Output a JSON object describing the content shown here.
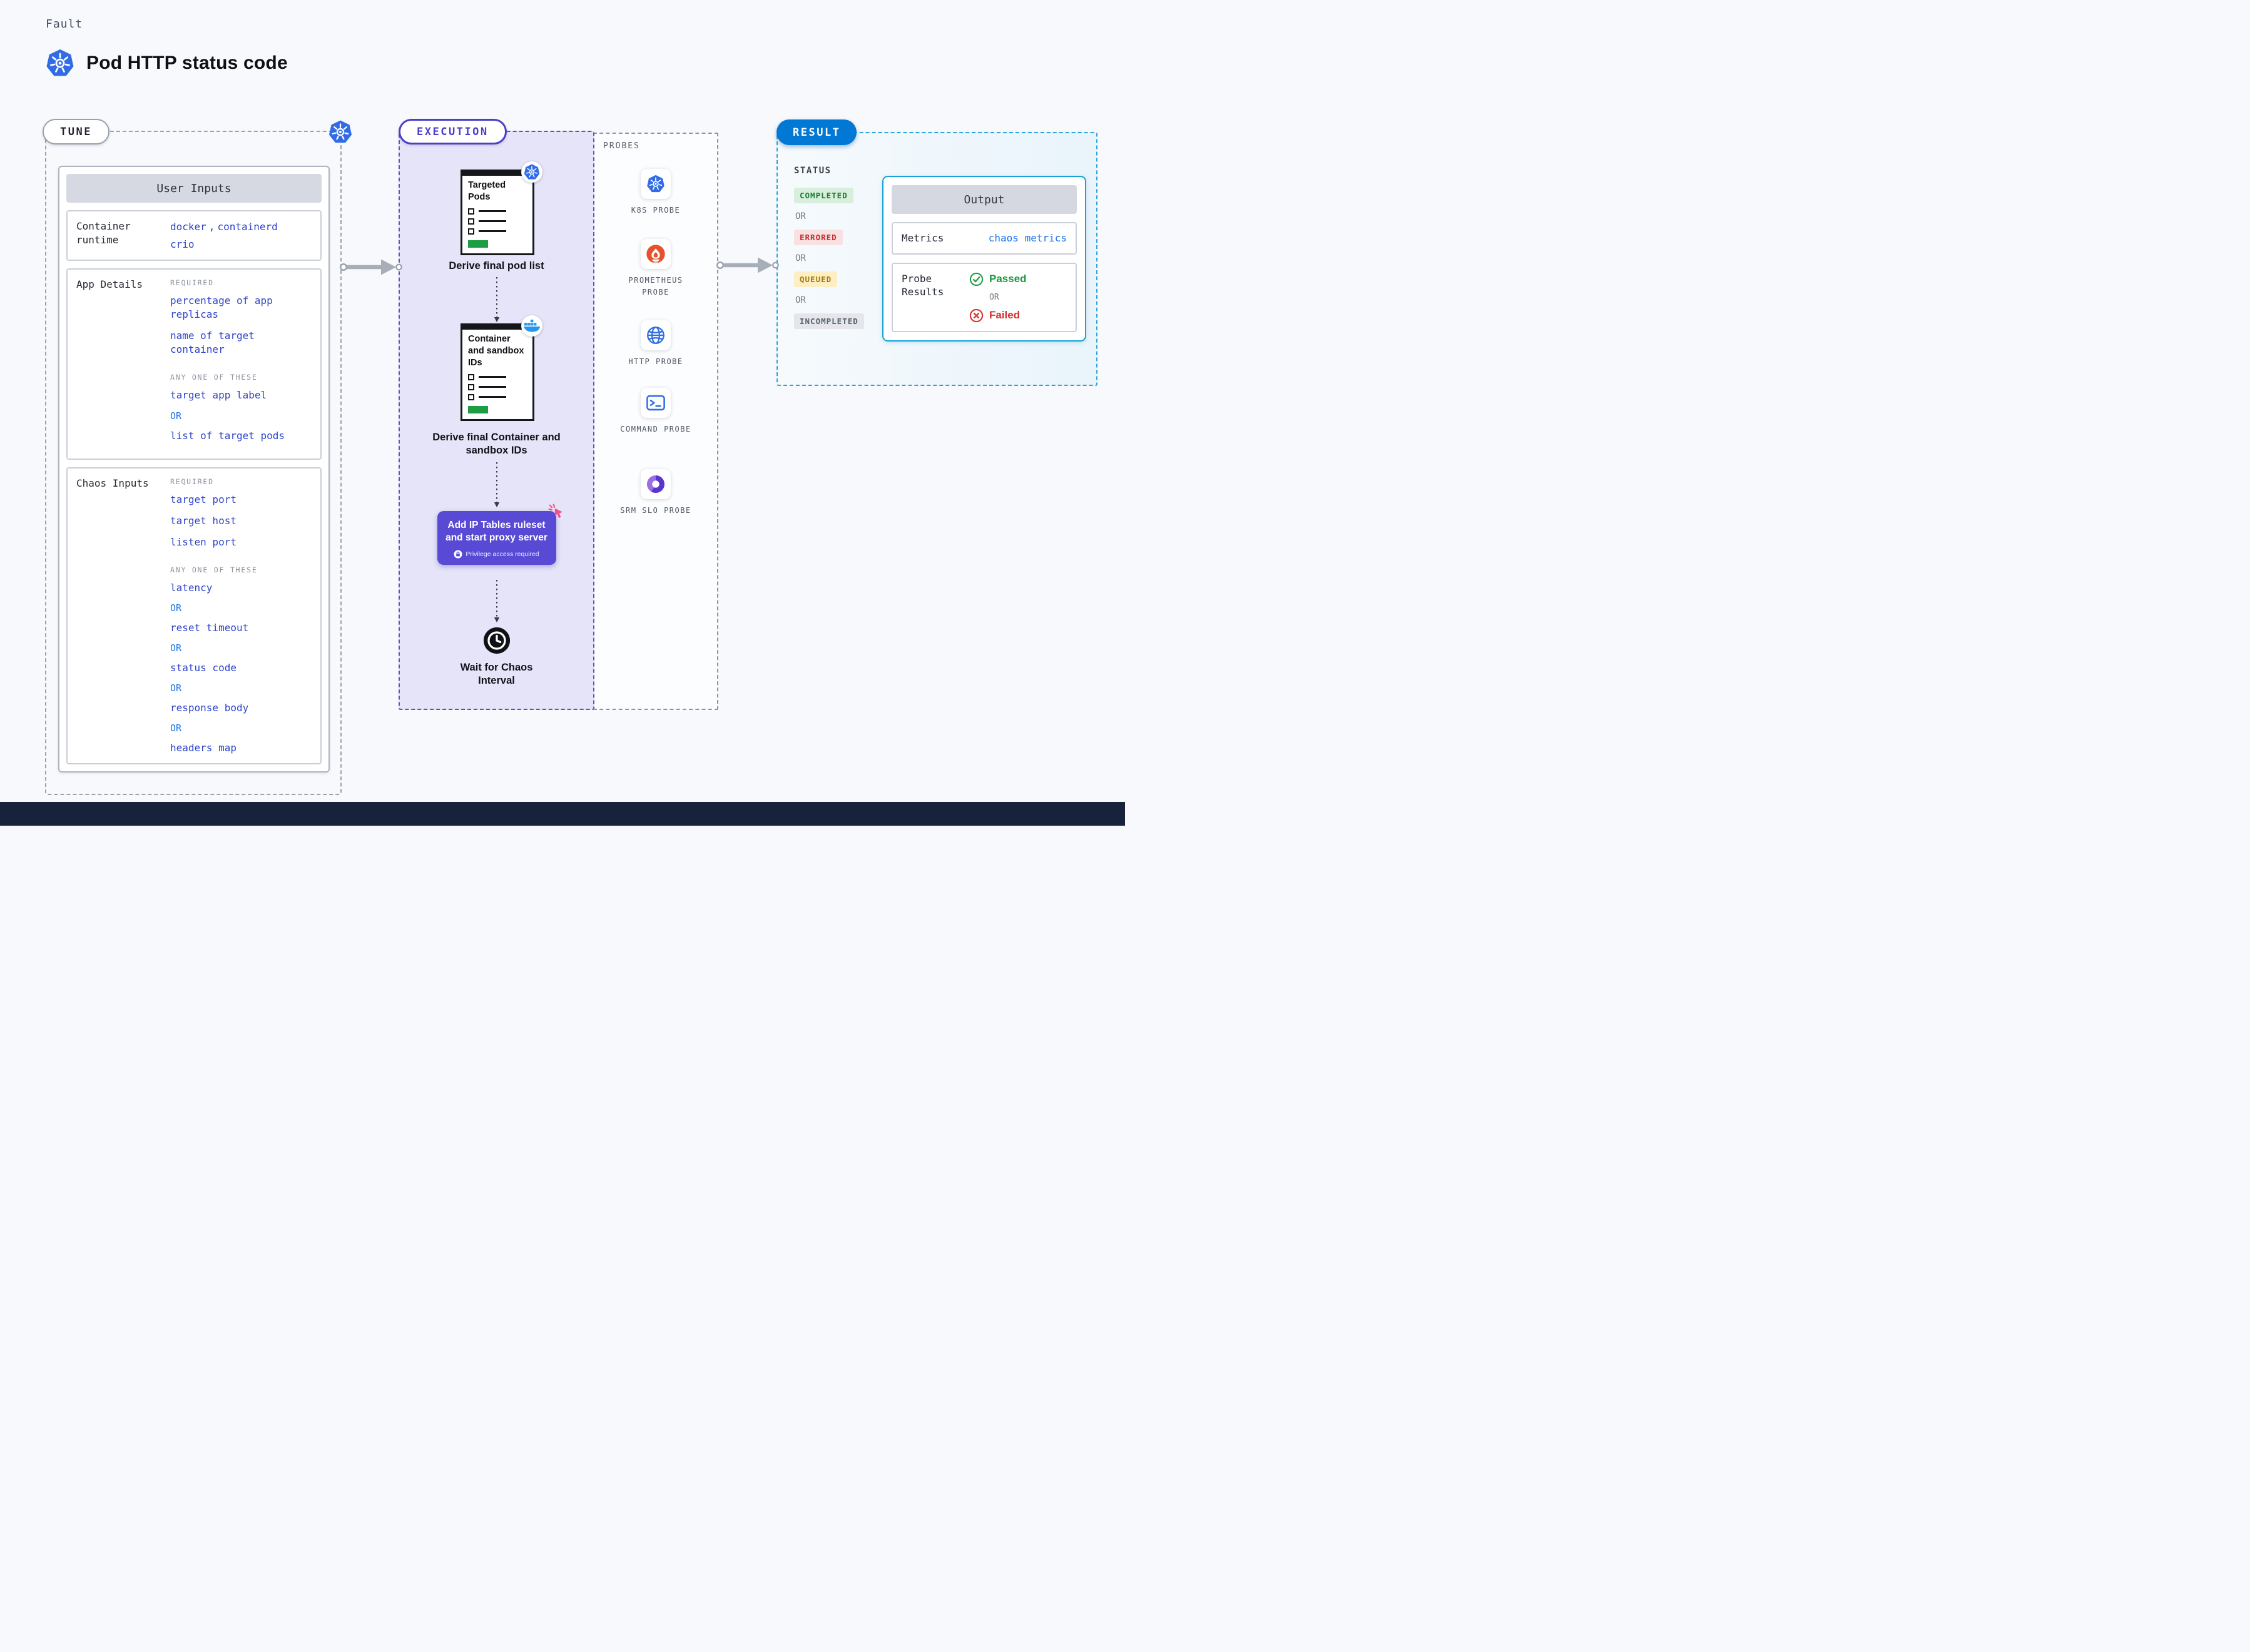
{
  "page": {
    "kicker": "Fault",
    "title": "Pod HTTP status code"
  },
  "colors": {
    "kubernetes_blue": "#326CE5",
    "accent_blue": "#0278D5",
    "code_indigo": "#2F45C9",
    "link_blue": "#1A73E8",
    "action_purple": "#584AD4",
    "passed_green": "#1D9B3E",
    "failed_red": "#D53030",
    "result_cyan": "#12A2D6"
  },
  "tune": {
    "label": "TUNE",
    "user_inputs_header": "User Inputs",
    "container_runtime": {
      "label": "Container runtime",
      "separator": ",",
      "values": [
        "docker",
        "containerd",
        "crio"
      ]
    },
    "app_details": {
      "label": "App Details",
      "required_label": "REQUIRED",
      "required_items": [
        "percentage of app replicas",
        "name of target container"
      ],
      "any_one_label": "ANY ONE OF THESE",
      "or_label": "OR",
      "any_one_items": [
        "target app label",
        "list of target pods"
      ]
    },
    "chaos_inputs": {
      "label": "Chaos Inputs",
      "required_label": "REQUIRED",
      "required_items": [
        "target port",
        "target host",
        "listen port"
      ],
      "any_one_label": "ANY ONE OF THESE",
      "or_label": "OR",
      "any_one_items": [
        "latency",
        "reset timeout",
        "status code",
        "response body",
        "headers map"
      ]
    }
  },
  "execution": {
    "label": "EXECUTION",
    "doc1_title": "Targeted Pods",
    "step1_label": "Derive final pod list",
    "doc2_title": "Container and sandbox IDs",
    "step2_label": "Derive final Container and sandbox IDs",
    "action_box": {
      "text": "Add IP Tables ruleset and start proxy server",
      "note": "Privilege access required"
    },
    "step4_label": "Wait for Chaos Interval"
  },
  "probes": {
    "label": "PROBES",
    "items": [
      "K8S PROBE",
      "PROMETHEUS PROBE",
      "HTTP PROBE",
      "COMMAND PROBE",
      "SRM SLO PROBE"
    ]
  },
  "result": {
    "label": "RESULT",
    "status_label": "STATUS",
    "or_label": "OR",
    "statuses": [
      "COMPLETED",
      "ERRORED",
      "QUEUED",
      "INCOMPLETED"
    ],
    "output": {
      "header": "Output",
      "metrics_label": "Metrics",
      "metrics_value": "chaos metrics",
      "probe_results_label": "Probe Results",
      "passed": "Passed",
      "failed": "Failed"
    }
  }
}
